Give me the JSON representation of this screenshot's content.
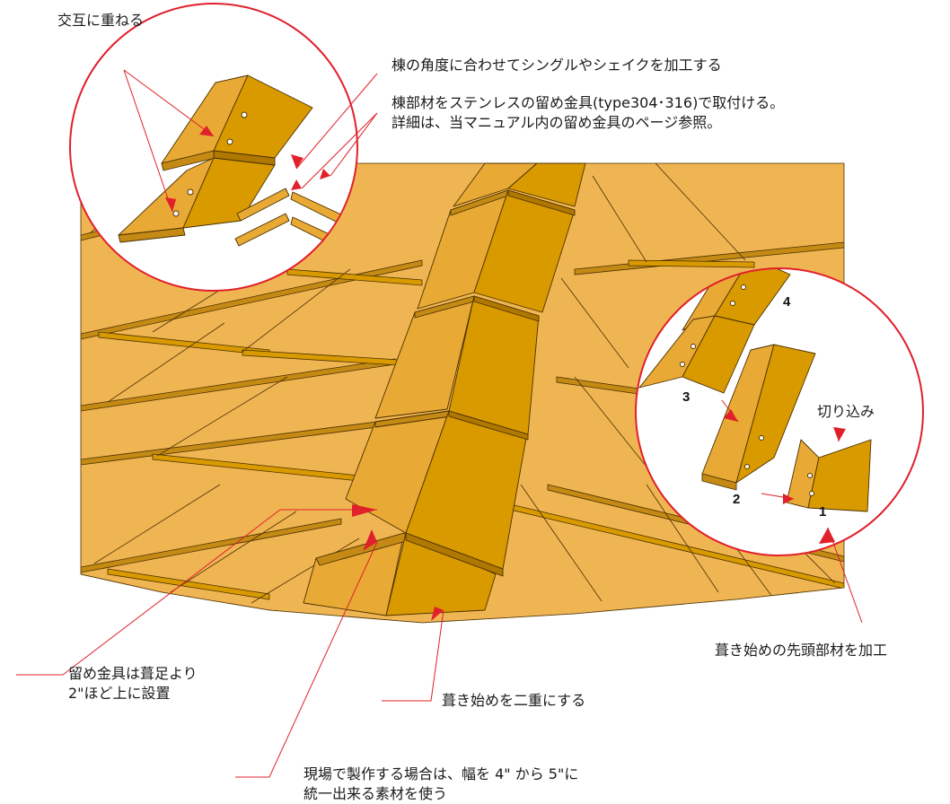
{
  "labels": {
    "alternate_overlap": "交互に重ねる",
    "cut_to_ridge_angle": "棟の角度に合わせてシングルやシェイクを加工する",
    "fastener_line1": "棟部材をステンレスの留め金具(type304･316)で取付ける。",
    "fastener_line2": "詳細は、当マニュアル内の留め金具のページ参照。",
    "notch": "切り込み",
    "process_starter": "葺き始めの先頭部材を加工",
    "fastener_height_line1": "留め金具は葺足より",
    "fastener_height_line2": "2\"ほど上に設置",
    "double_starter": "葺き始めを二重にする",
    "site_fab_line1": "現場で製作する場合は、幅を 4\" から 5\"に",
    "site_fab_line2": "統一出来る素材を使う"
  },
  "steps": {
    "step1": "1",
    "step2": "2",
    "step3": "3",
    "step4": "4"
  },
  "colors": {
    "roof": "#F0B553",
    "roof_shadow": "#C48A14",
    "ridge_light": "#E8A935",
    "ridge_dark": "#D99A00",
    "outline": "#4a3000",
    "callout_red": "#E0202A"
  }
}
